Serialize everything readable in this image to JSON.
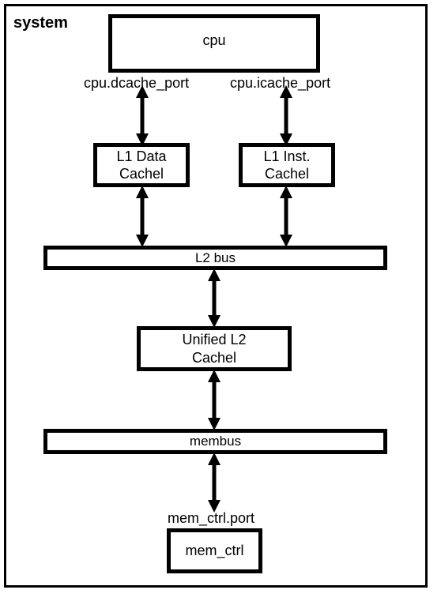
{
  "system": {
    "title": "system"
  },
  "components": {
    "cpu": "cpu",
    "l1_data": [
      "L1 Data",
      "Cachel"
    ],
    "l1_inst": [
      "L1 Inst.",
      "Cachel"
    ],
    "l2_bus": "L2 bus",
    "l2_cache": [
      "Unified L2",
      "Cachel"
    ],
    "membus": "membus",
    "mem_ctrl": "mem_ctrl"
  },
  "ports": {
    "dcache": "cpu.dcache_port",
    "icache": "cpu.icache_port",
    "mem_ctrl": "mem_ctrl.port"
  },
  "colors": {
    "stroke": "#000000",
    "background": "#ffffff"
  }
}
